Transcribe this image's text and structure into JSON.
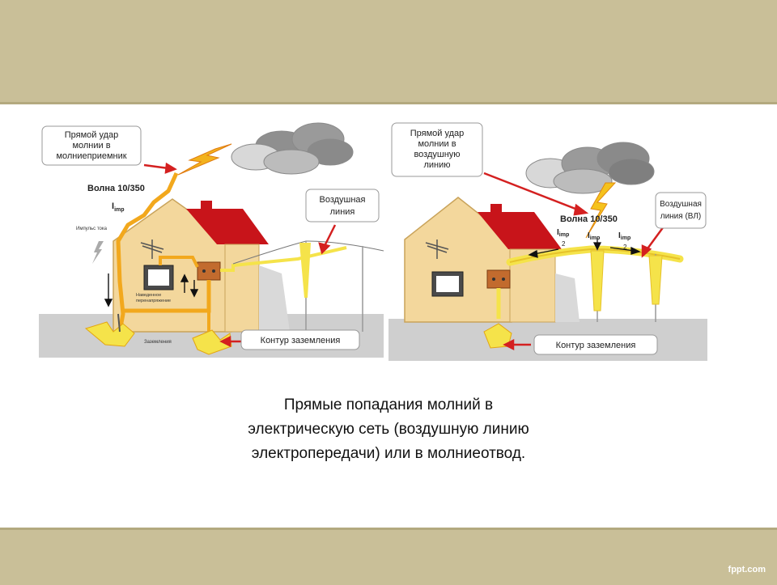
{
  "left_diagram": {
    "callout_strike": [
      "Прямой удар",
      "молнии в",
      "молниеприемник"
    ],
    "wave": "Волна 10/350",
    "current": "I",
    "current_sub": "imp",
    "current_pulse": "Импульс тока",
    "induced": [
      "Наведенное",
      "перенапряжение"
    ],
    "grounding_small": "Заземления",
    "callout_line": [
      "Воздушная",
      "линия"
    ],
    "callout_ground": "Контур заземления"
  },
  "right_diagram": {
    "callout_strike": [
      "Прямой удар",
      "молнии в",
      "воздушную",
      "линию"
    ],
    "wave": "Волна 10/350",
    "current": "I",
    "current_sub": "imp",
    "half": "2",
    "callout_line": [
      "Воздушная",
      "линия (ВЛ)"
    ],
    "callout_ground": "Контур заземления"
  },
  "caption": {
    "line1": "Прямые попадания молний в",
    "line2": "электрическую сеть (воздушную линию",
    "line3": "электропередачи) или в молниеотвод."
  },
  "watermark": "fppt.com",
  "colors": {
    "band": "#c9bf98",
    "roof": "#c8141a",
    "wall": "#f3d79c",
    "ground": "#cfcfcf",
    "lightning": "#f2a81d",
    "surge": "#f5e34a",
    "arrow": "#d42020"
  }
}
